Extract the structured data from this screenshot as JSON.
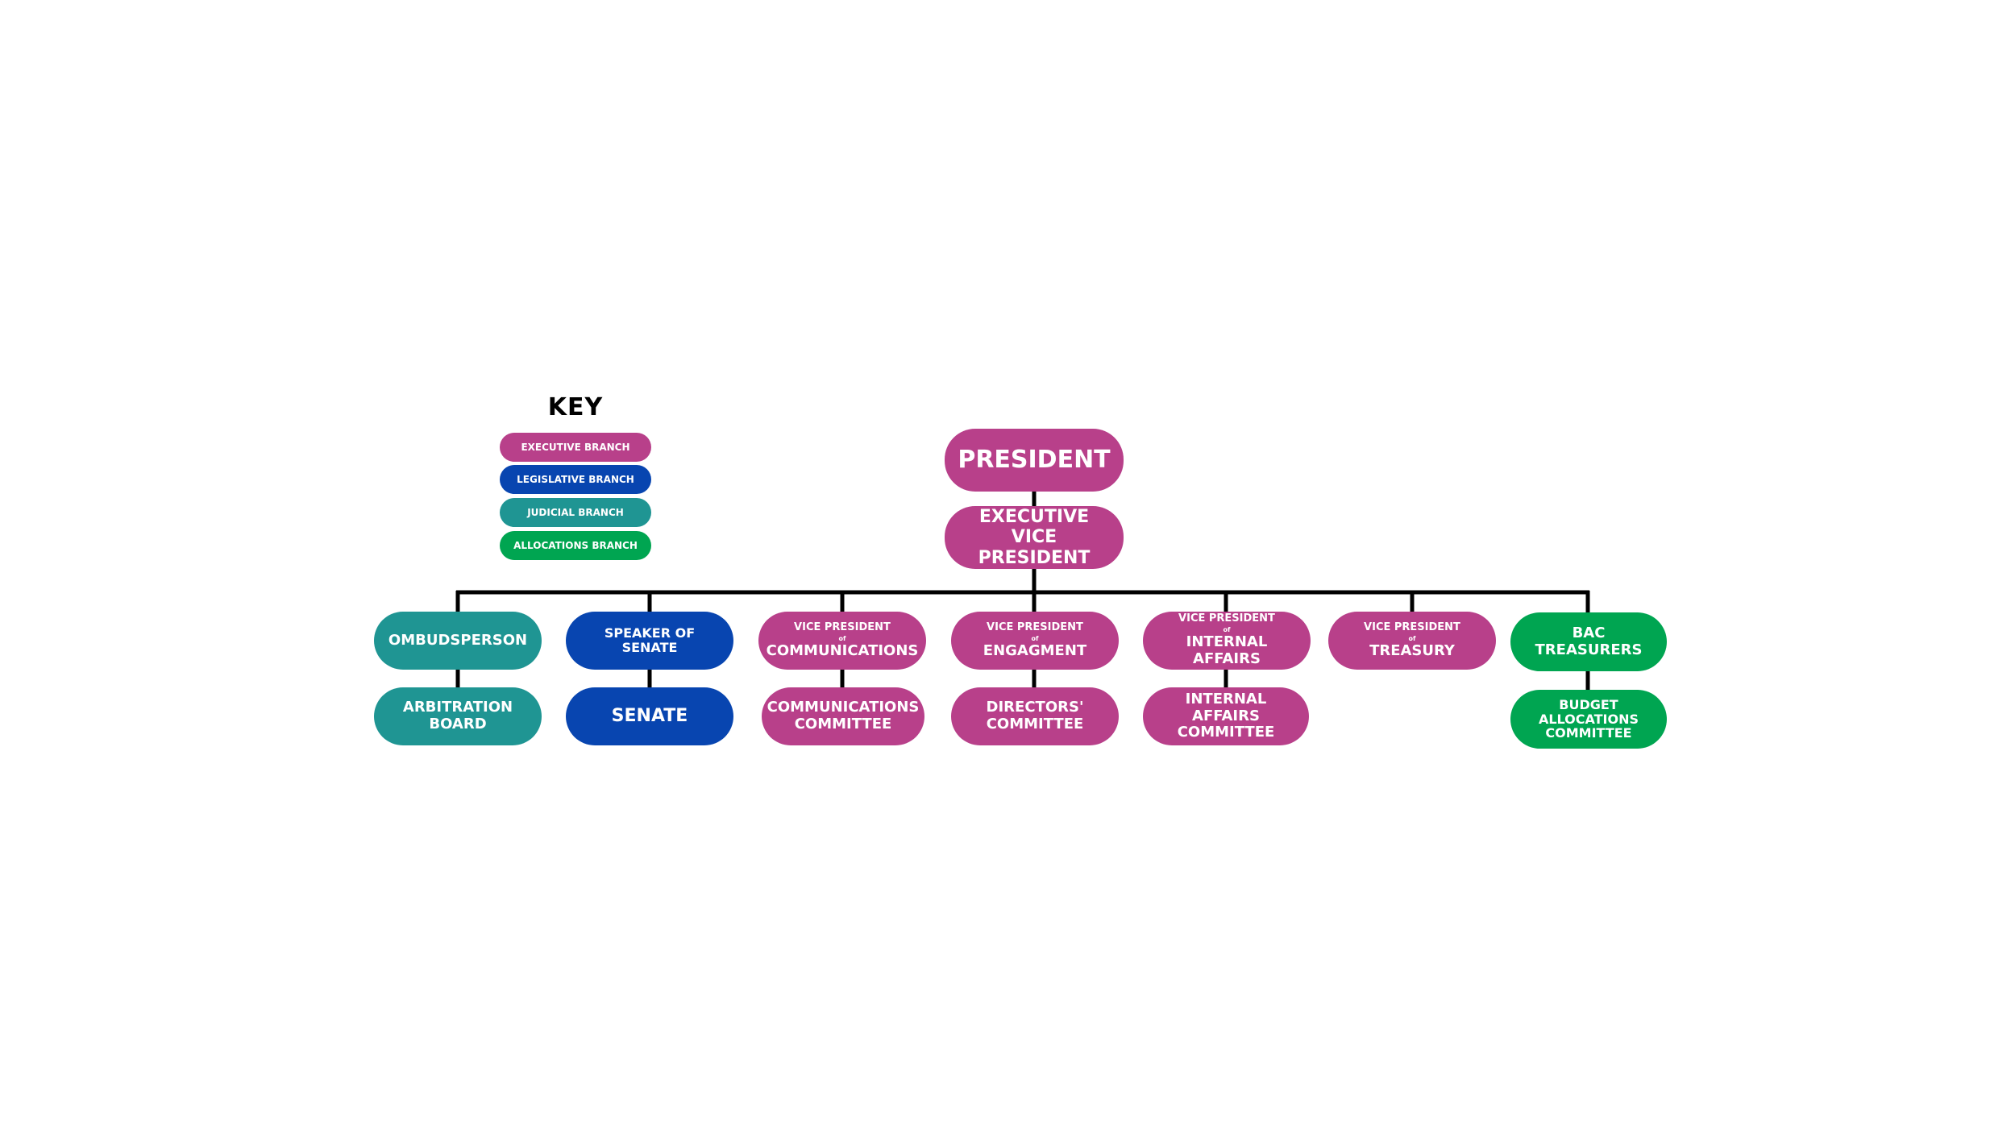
{
  "key": {
    "title": "KEY",
    "items": [
      {
        "label": "EXECUTIVE BRANCH",
        "color": "#b8408a"
      },
      {
        "label": "LEGISLATIVE BRANCH",
        "color": "#0845b0"
      },
      {
        "label": "JUDICIAL BRANCH",
        "color": "#1f9593"
      },
      {
        "label": "ALLOCATIONS BRANCH",
        "color": "#00a551"
      }
    ]
  },
  "nodes": {
    "president": "PRESIDENT",
    "executive_vp": "EXECUTIVE VICE PRESIDENT",
    "ombudsperson": "OMBUDSPERSON",
    "arbitration_board": "ARBITRATION BOARD",
    "speaker_of_senate": "SPEAKER OF SENATE",
    "senate": "SENATE",
    "vp_prefix": "VICE PRESIDENT",
    "vp_of": "of",
    "vp_communications": "COMMUNICATIONS",
    "communications_committee": "COMMUNICATIONS COMMITTEE",
    "vp_engagment": "ENGAGMENT",
    "directors_committee": "DIRECTORS' COMMITTEE",
    "vp_internal_affairs": "INTERNAL AFFAIRS",
    "internal_affairs_committee": "INTERNAL AFFAIRS COMMITTEE",
    "vp_treasury": "TREASURY",
    "bac_treasurers": "BAC TREASURERS",
    "budget_allocations_committee": "BUDGET ALLOCATIONS COMMITTEE"
  }
}
